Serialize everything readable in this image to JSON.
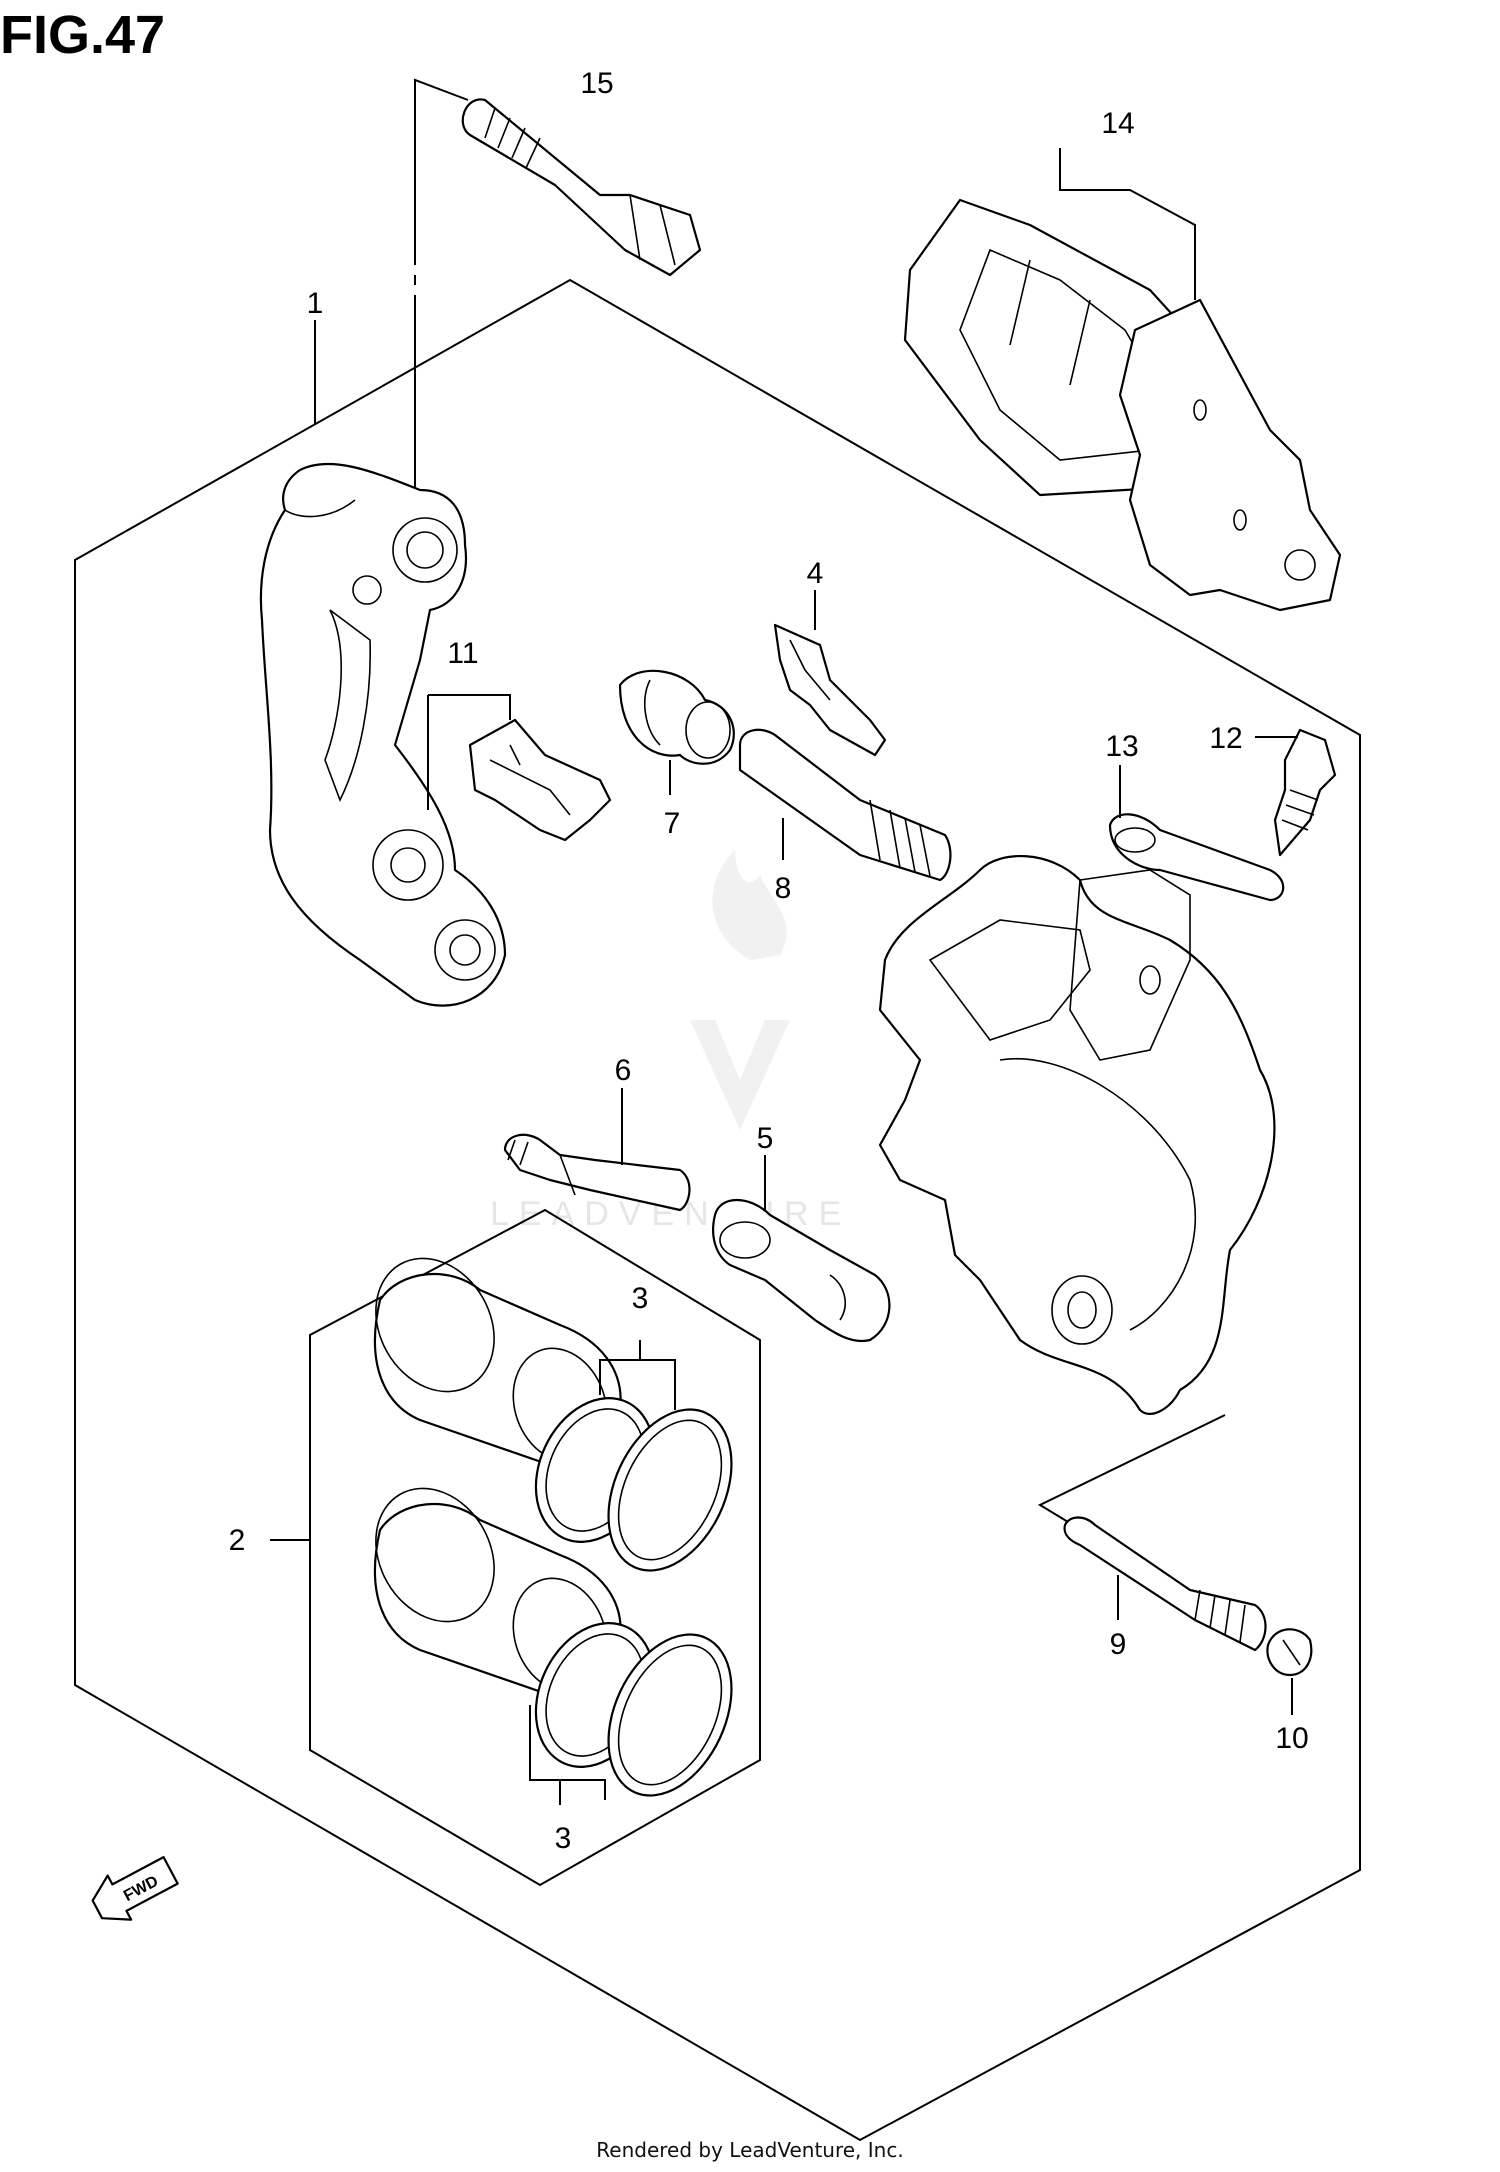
{
  "figure": {
    "title": "FIG.47",
    "footer": "Rendered by LeadVenture, Inc.",
    "watermark": "LEADVENTURE",
    "direction_label": "FWD"
  },
  "callouts": [
    "15",
    "14",
    "1",
    "11",
    "7",
    "4",
    "8",
    "13",
    "12",
    "6",
    "5",
    "3",
    "2",
    "3",
    "9",
    "10"
  ],
  "icons": [
    "watermark-flame-logo-icon",
    "fwd-arrow-icon"
  ]
}
